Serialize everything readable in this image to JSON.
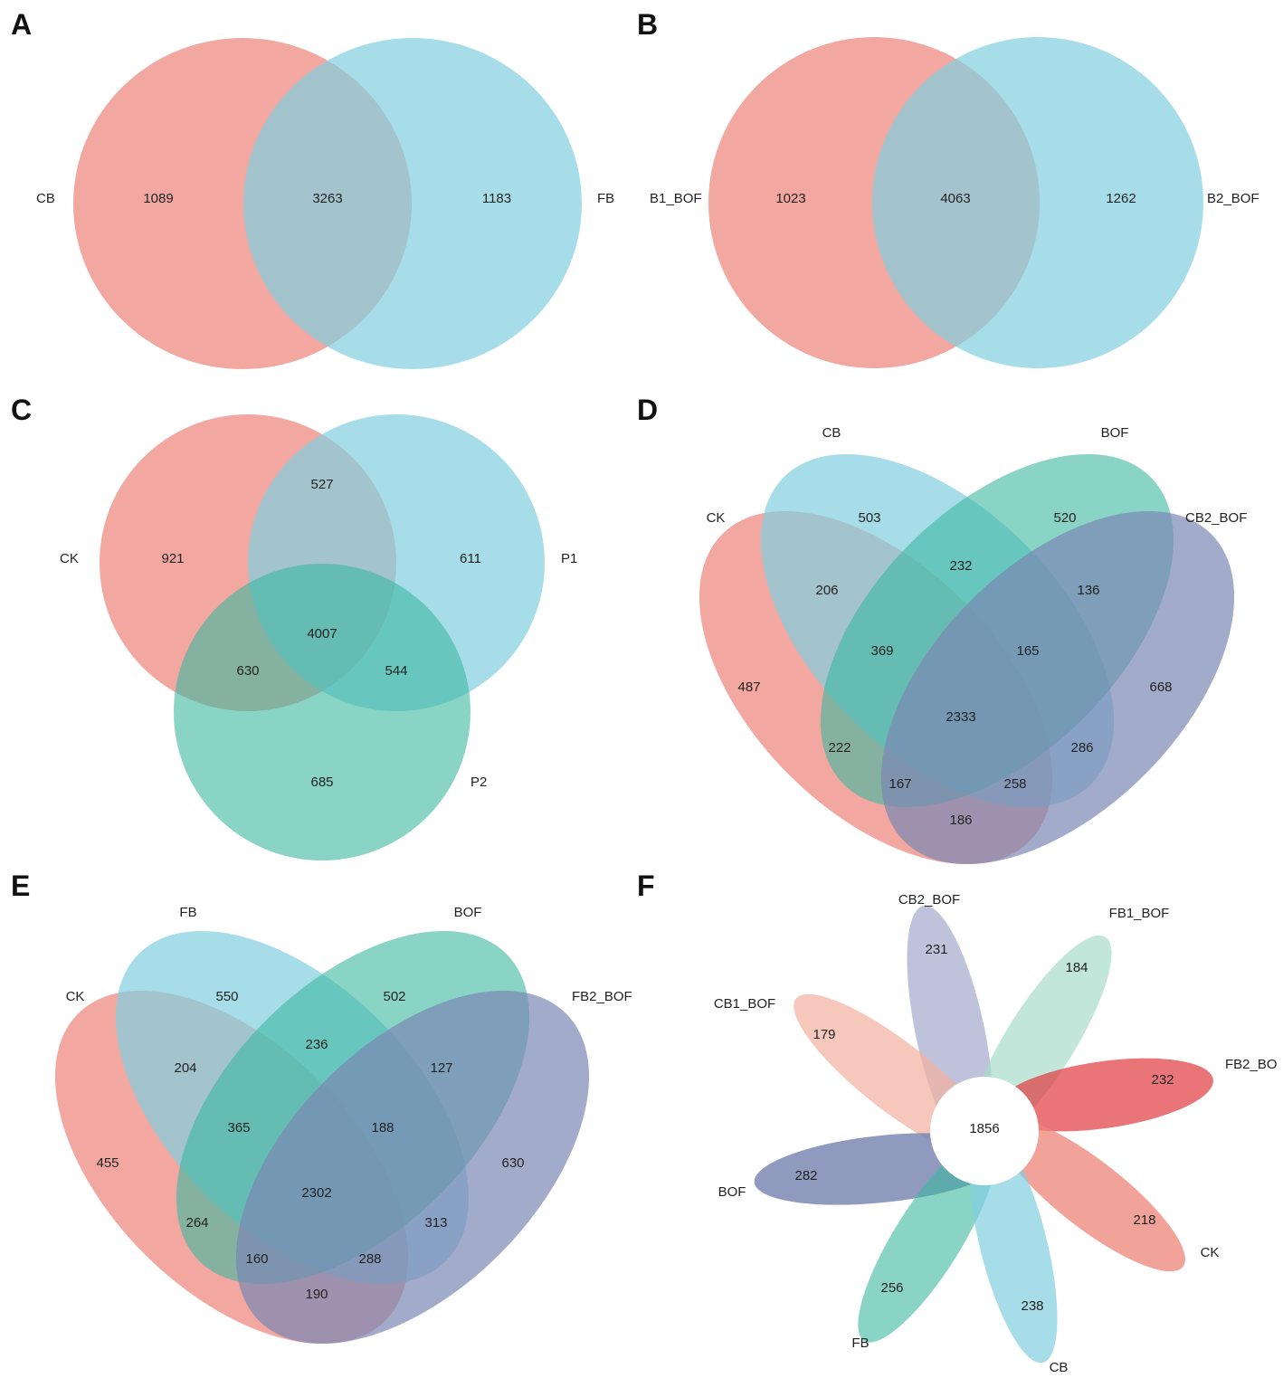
{
  "colors": {
    "red": "#EC8377",
    "blue": "#81CFE0",
    "green": "#3CB8A0",
    "purple": "#7B88B3",
    "peach": "#F2B0A0",
    "lavender": "#A3A9CC",
    "mint": "#A8DCCB",
    "bright_red": "#E03A3E"
  },
  "panels": {
    "A": {
      "letter": "A",
      "sets": [
        "CB",
        "FB"
      ],
      "counts": [
        "1089",
        "3263",
        "1183"
      ]
    },
    "B": {
      "letter": "B",
      "sets": [
        "B1_BOF",
        "B2_BOF"
      ],
      "counts": [
        "1023",
        "4063",
        "1262"
      ]
    },
    "C": {
      "letter": "C",
      "sets": [
        "CK",
        "P1",
        "P2"
      ],
      "counts": [
        "527",
        "921",
        "611",
        "4007",
        "630",
        "544",
        "685"
      ]
    },
    "D": {
      "letter": "D",
      "sets": [
        "CB",
        "BOF",
        "CK",
        "CB2_BOF"
      ],
      "counts": [
        "503",
        "520",
        "232",
        "206",
        "136",
        "369",
        "165",
        "487",
        "668",
        "2333",
        "222",
        "286",
        "167",
        "258",
        "186"
      ]
    },
    "E": {
      "letter": "E",
      "sets": [
        "FB",
        "BOF",
        "CK",
        "FB2_BOF"
      ],
      "counts": [
        "550",
        "502",
        "236",
        "204",
        "127",
        "365",
        "188",
        "455",
        "630",
        "2302",
        "264",
        "313",
        "160",
        "288",
        "190"
      ]
    },
    "F": {
      "letter": "F",
      "sets": [
        "CB2_BOF",
        "FB1_BOF",
        "CB1_BOF",
        "FB2_BO",
        "BOF",
        "CK",
        "FB",
        "CB"
      ],
      "center": "1856",
      "counts": [
        "231",
        "184",
        "179",
        "232",
        "282",
        "218",
        "256",
        "238"
      ]
    }
  }
}
